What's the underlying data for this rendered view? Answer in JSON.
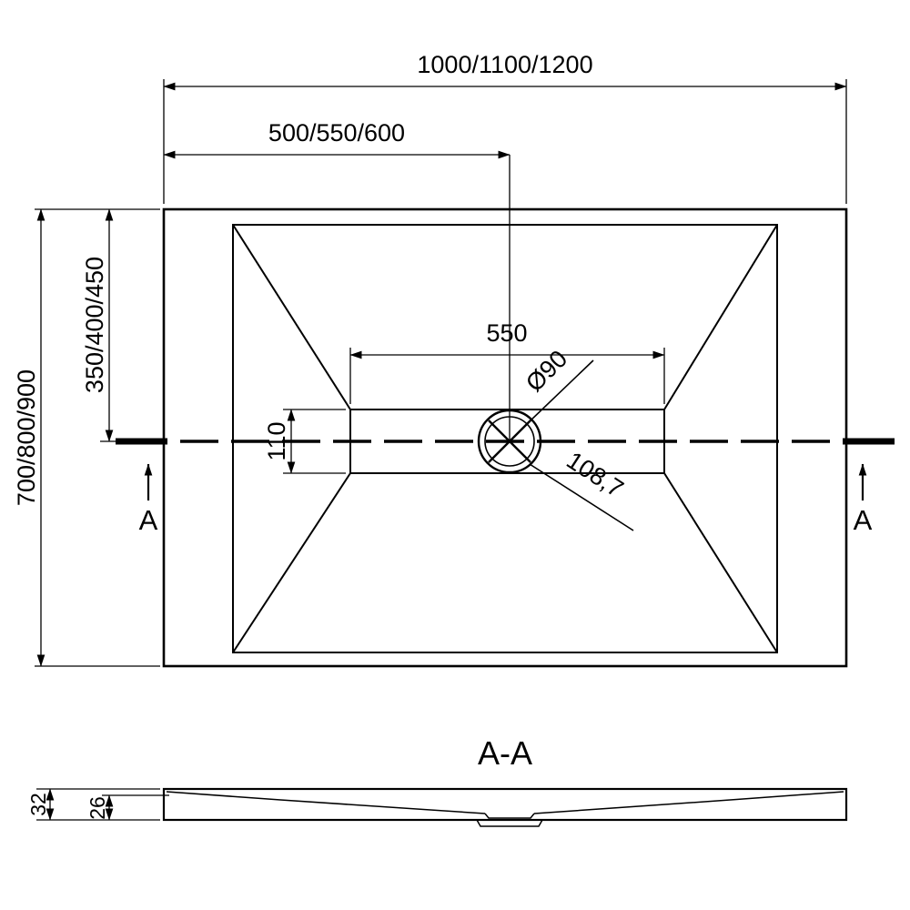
{
  "drawing": {
    "line_color": "#000000",
    "background_color": "#ffffff"
  },
  "plan_view": {
    "dim_total_width": "1000/1100/1200",
    "dim_center_width": "500/550/600",
    "dim_total_depth": "700/800/900",
    "dim_center_depth": "350/400/450",
    "dim_channel_length": "550",
    "dim_channel_width": "110",
    "dim_drain_diameter": "Ø90",
    "dim_drain_diagonal": "108,7",
    "section_label_left": "A",
    "section_label_right": "A"
  },
  "section_view": {
    "title": "A-A",
    "dim_total_thickness": "32",
    "dim_base_thickness": "26"
  }
}
